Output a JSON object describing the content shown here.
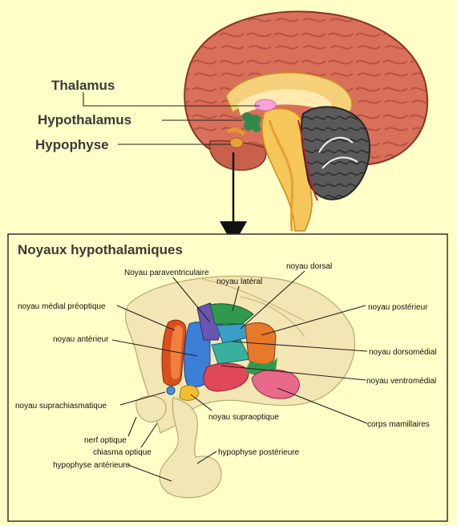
{
  "brain_labels": {
    "thalamus": "Thalamus",
    "hypothalamus": "Hypothalamus",
    "hypophyse": "Hypophyse"
  },
  "inset": {
    "title": "Noyaux hypothalamiques",
    "labels": {
      "paraventriculaire": "Noyau paraventriculaire",
      "lateral": "noyau latéral",
      "dorsal": "noyau dorsal",
      "medial_preoptique": "noyau médial préoptique",
      "posterieur": "noyau postérieur",
      "anterieur": "noyau antérieur",
      "dorsomedial": "noyau dorsomédial",
      "ventromedial": "noyau ventromédial",
      "suprachiasmatique": "noyau suprachiasmatique",
      "supraoptique": "noyau supraoptique",
      "corps_mamillaires": "corps mamillaires",
      "nerf_optique": "nerf optique",
      "chiasma_optique": "chiasma optique",
      "hypophyse_posterieure": "hypophyse postérieure",
      "hypophyse_anterieure": "hypophyse antérieure"
    }
  },
  "colors": {
    "background": "#ffffc8",
    "cortex": "#d9705a",
    "cerebellum": "#555555",
    "brainstem": "#f5c65a",
    "thalamus": "#f7a3d6",
    "hypothalamus": "#2f8a4a",
    "preoptic": "#d9501e",
    "anterior": "#3b7fd6",
    "paraventricular": "#6a55b5",
    "lateral": "#2f9a4e",
    "dorsomedial": "#38b0a0",
    "ventromedial": "#e0485a",
    "posterior": "#e8782a",
    "mamillary": "#e86a8a"
  }
}
